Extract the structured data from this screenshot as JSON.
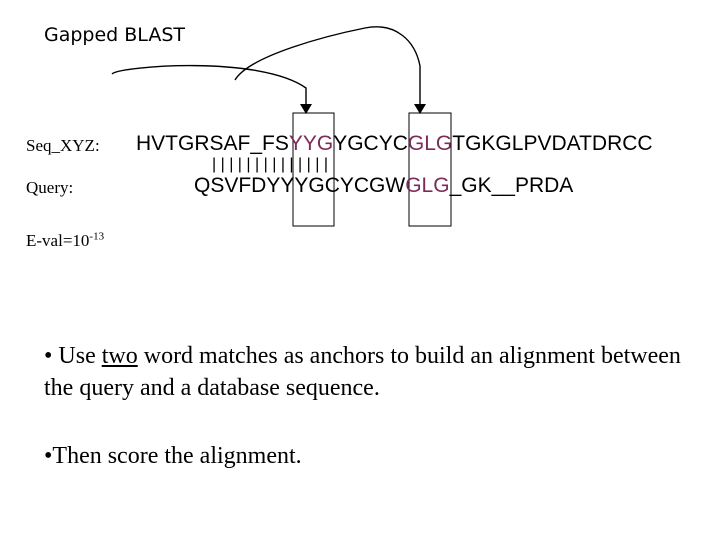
{
  "title": "Gapped BLAST",
  "alignment": {
    "seq_label": "Seq_XYZ:",
    "seq_segments": [
      "HVTGRSAF_FS",
      "YYG",
      "YGCYC",
      "GLG",
      "TGKGLPVDATDRCC"
    ],
    "match_line": "|  |      | |  |      |     | |  |    | |      |    | |",
    "query_label": "Query:",
    "query_segments": [
      "QSVFDYYYG",
      "CYCGW",
      "GLG",
      "_GK__PRDA"
    ]
  },
  "evalue": {
    "prefix": "E-val=10",
    "exponent": "-13"
  },
  "bullets": {
    "b1_pre": "• Use ",
    "b1_underlined": "two",
    "b1_post": " word matches as anchors to build an alignment between the query and a database sequence.",
    "b2": "•Then score the alignment."
  },
  "colors": {
    "highlight": "#7b2c5a",
    "text": "#000000"
  }
}
